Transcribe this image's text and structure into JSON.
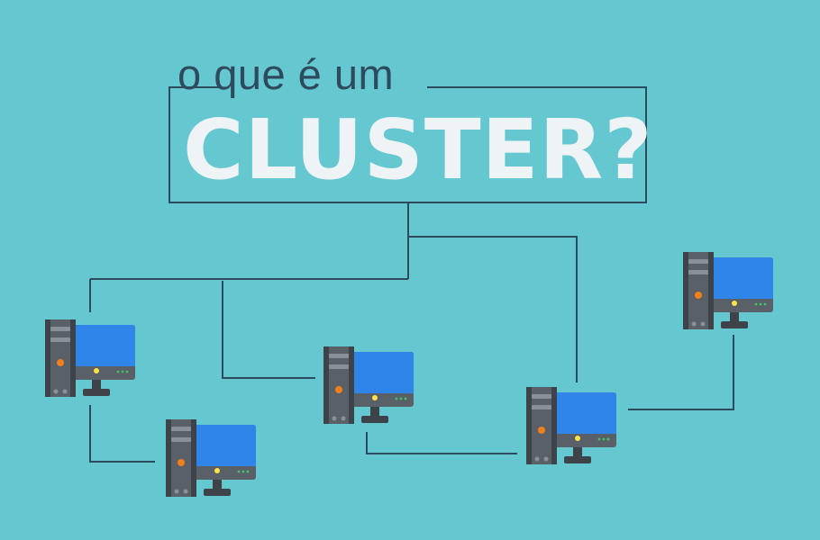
{
  "subtitle": "o que é um",
  "title": "CLUSTER?",
  "colors": {
    "background": "#65c8d0",
    "line": "#2e4b5e",
    "title_text": "#eef4f6",
    "monitor_screen": "#2f86e8",
    "tower": "#5a6068",
    "tower_dark": "#3e434a",
    "power_light": "#f07e1a",
    "monitor_light": "#ffe14a",
    "status_leds": "#3fc46b"
  },
  "nodes": [
    {
      "id": "computer-1",
      "icon": "desktop-computer-icon"
    },
    {
      "id": "computer-2",
      "icon": "desktop-computer-icon"
    },
    {
      "id": "computer-3",
      "icon": "desktop-computer-icon"
    },
    {
      "id": "computer-4",
      "icon": "desktop-computer-icon"
    },
    {
      "id": "computer-5",
      "icon": "desktop-computer-icon"
    }
  ]
}
